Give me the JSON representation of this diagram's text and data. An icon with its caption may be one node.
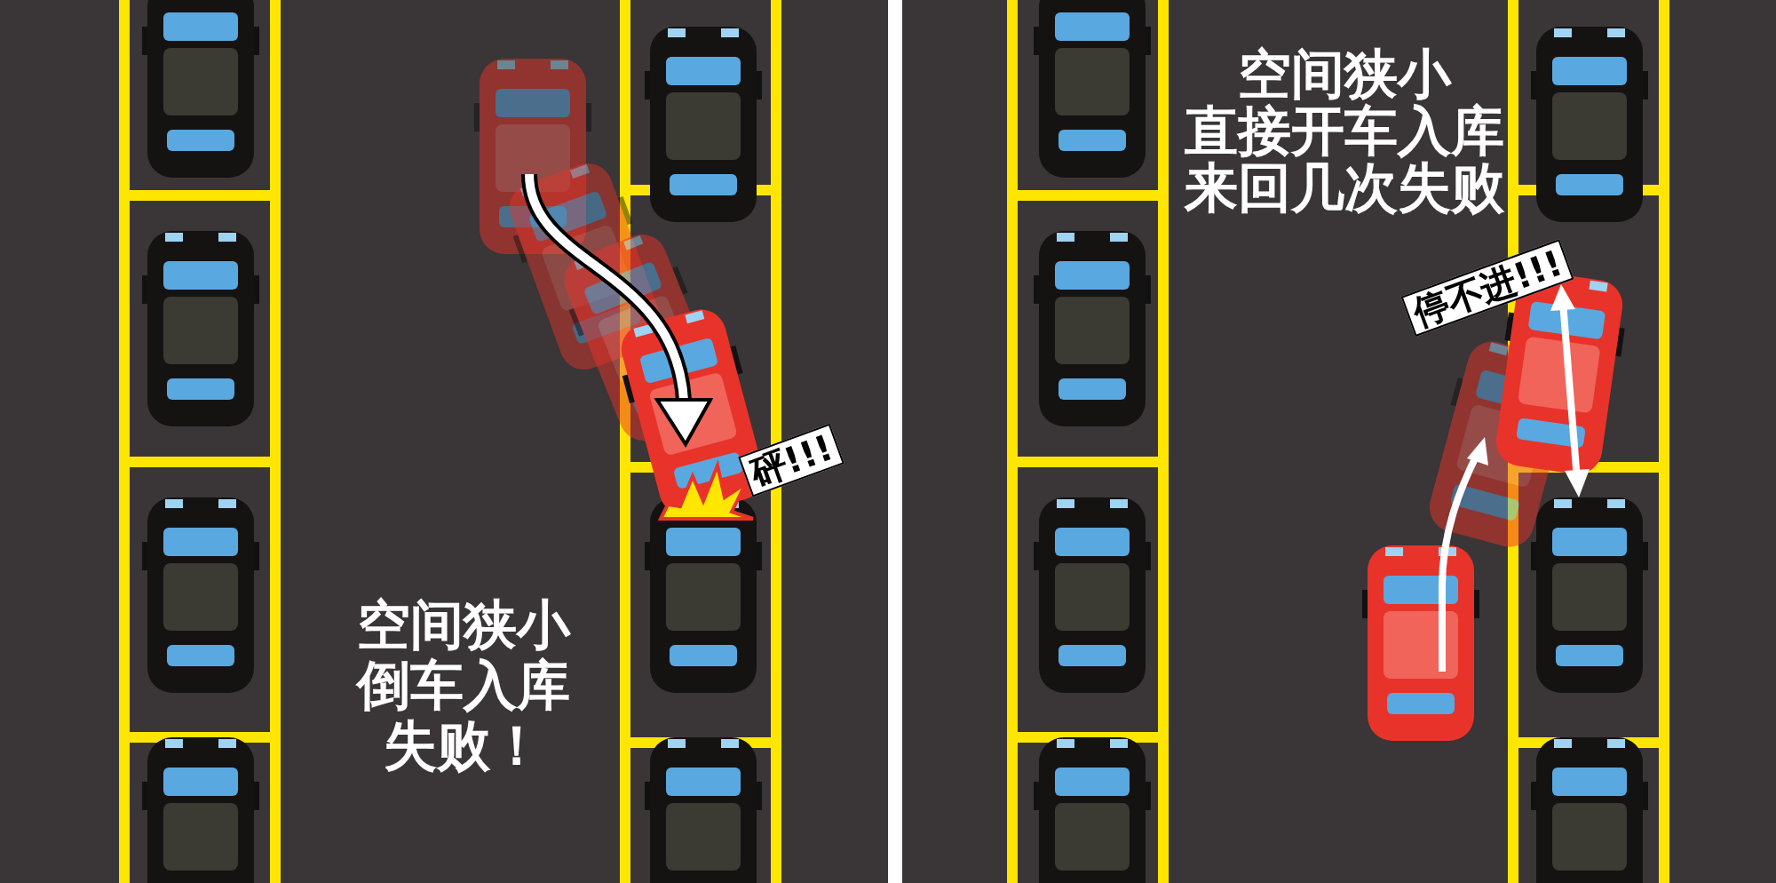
{
  "diagram": {
    "labels": [
      "砰!!!",
      "空间狭小倒车入库失败！",
      "空间狭小",
      "直接开车入库",
      "来回几次失败",
      "停不进!!!"
    ]
  }
}
